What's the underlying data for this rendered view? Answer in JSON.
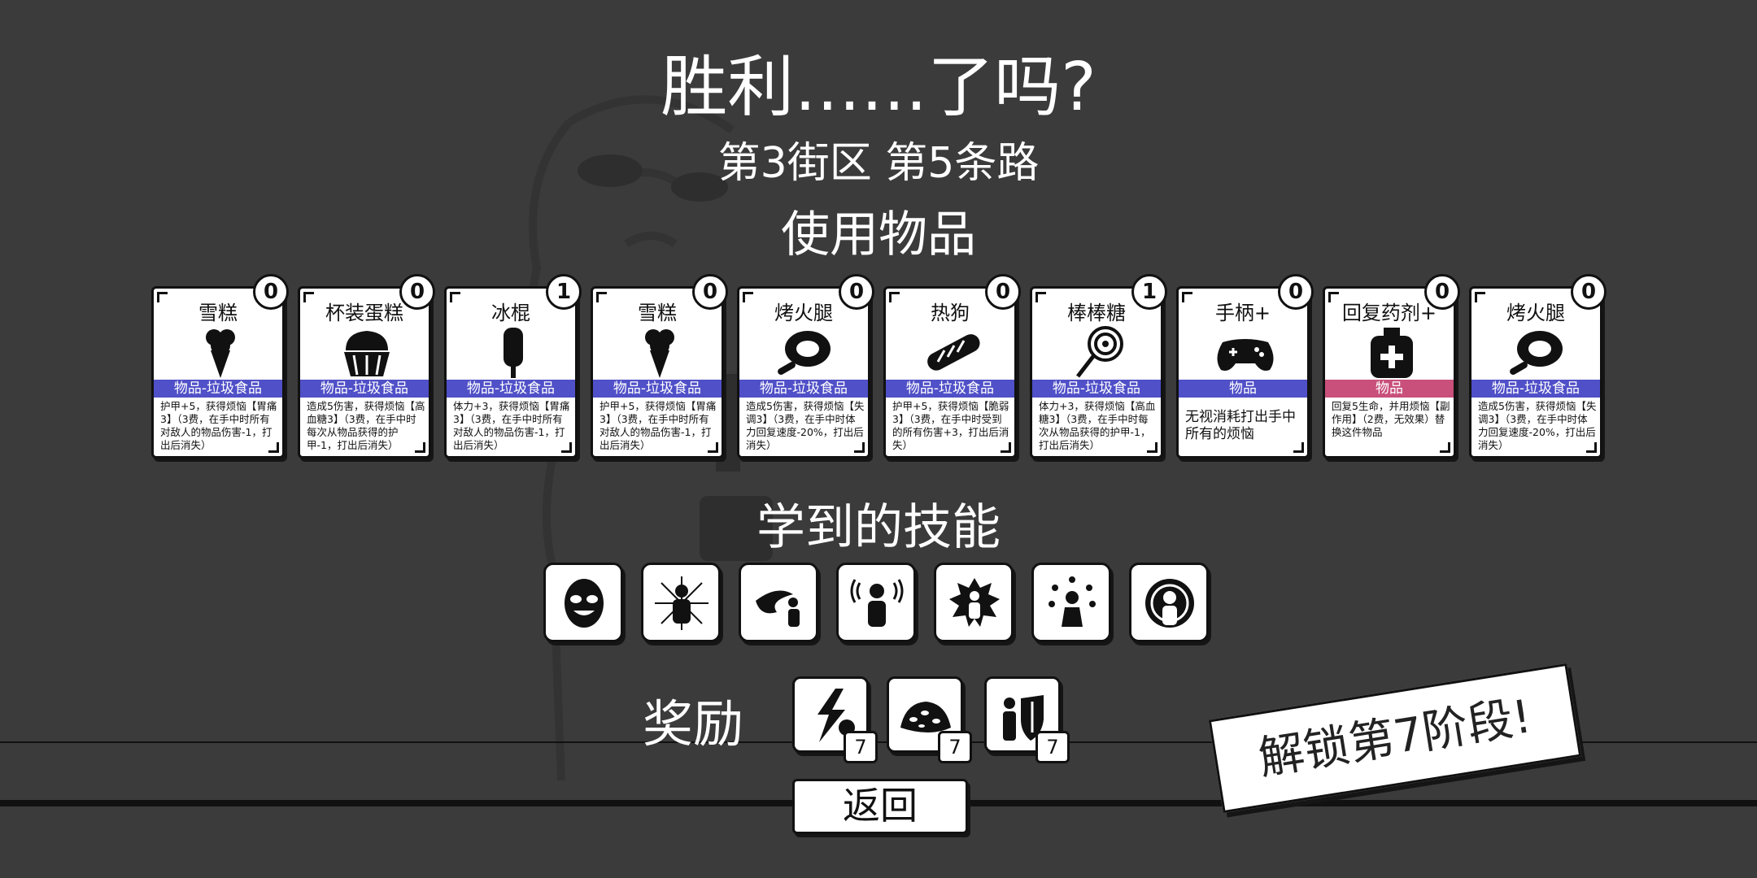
{
  "header": {
    "title": "胜利……了吗?",
    "location": "第3街区 第5条路",
    "items_heading": "使用物品",
    "skills_heading": "学到的技能"
  },
  "cards": [
    {
      "name": "雪糕",
      "cost": "0",
      "type": "物品-垃圾食品",
      "desc": "护甲+5，获得烦恼【胃痛3】（3费，在手中时所有对敌人的物品伤害-1，打出后消失）",
      "icon": "ice-cream-icon"
    },
    {
      "name": "杯装蛋糕",
      "cost": "0",
      "type": "物品-垃圾食品",
      "desc": "造成5伤害，获得烦恼【高血糖3】（3费，在手中时每次从物品获得的护甲-1，打出后消失）",
      "icon": "cupcake-icon"
    },
    {
      "name": "冰棍",
      "cost": "1",
      "type": "物品-垃圾食品",
      "desc": "体力+3，获得烦恼【胃痛3】（3费，在手中时所有对敌人的物品伤害-1，打出后消失）",
      "icon": "popsicle-icon"
    },
    {
      "name": "雪糕",
      "cost": "0",
      "type": "物品-垃圾食品",
      "desc": "护甲+5，获得烦恼【胃痛3】（3费，在手中时所有对敌人的物品伤害-1，打出后消失）",
      "icon": "ice-cream-icon"
    },
    {
      "name": "烤火腿",
      "cost": "0",
      "type": "物品-垃圾食品",
      "desc": "造成5伤害，获得烦恼【失调3】（3费，在手中时体力回复速度-20%，打出后消失）",
      "icon": "ham-icon"
    },
    {
      "name": "热狗",
      "cost": "0",
      "type": "物品-垃圾食品",
      "desc": "护甲+5，获得烦恼【脆弱3】（3费，在手中时受到的所有伤害+3，打出后消失）",
      "icon": "hotdog-icon"
    },
    {
      "name": "棒棒糖",
      "cost": "1",
      "type": "物品-垃圾食品",
      "desc": "体力+3，获得烦恼【高血糖3】（3费，在手中时每次从物品获得的护甲-1，打出后消失）",
      "icon": "lollipop-icon"
    },
    {
      "name": "手柄+",
      "cost": "0",
      "type": "物品",
      "desc": "无视消耗打出手中所有的烦恼",
      "icon": "gamepad-icon",
      "big": true
    },
    {
      "name": "回复药剂+",
      "cost": "0",
      "type": "物品",
      "desc": "回复5生命，并用烦恼【副作用】（2费，无效果）替换这件物品",
      "icon": "potion-icon",
      "pink": true
    },
    {
      "name": "烤火腿",
      "cost": "0",
      "type": "物品-垃圾食品",
      "desc": "造成5伤害，获得烦恼【失调3】（3费，在手中时体力回复速度-20%，打出后消失）",
      "icon": "ham-icon"
    }
  ],
  "skills": [
    "smile-mask-icon",
    "burst-figure-icon",
    "dash-figure-icon",
    "shout-figure-icon",
    "aura-figure-icon",
    "juggle-figure-icon",
    "halo-figure-icon"
  ],
  "rewards": {
    "label": "奖励",
    "items": [
      {
        "icon": "lightning-strike-icon",
        "count": "7"
      },
      {
        "icon": "rubble-icon",
        "count": "7"
      },
      {
        "icon": "shield-figure-icon",
        "count": "7"
      }
    ]
  },
  "back_label": "返回",
  "unlock_label": "解锁第7阶段!"
}
